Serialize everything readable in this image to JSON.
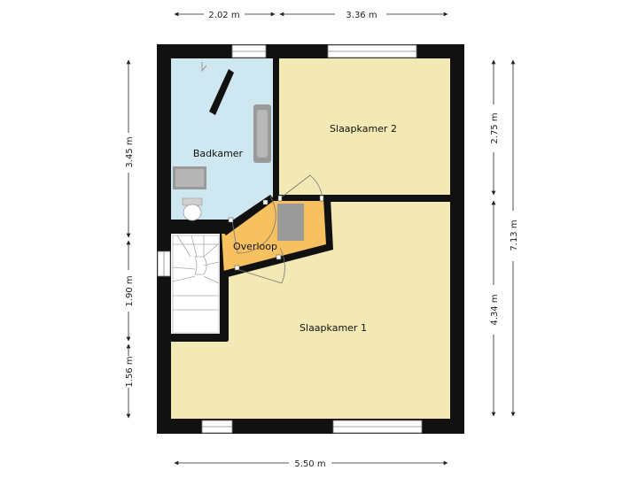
{
  "rooms": {
    "slaapkamer2": {
      "label": "Slaapkamer 2",
      "color": "#f3e9b4"
    },
    "slaapkamer1": {
      "label": "Slaapkamer 1",
      "color": "#f3e9b4"
    },
    "badkamer": {
      "label": "Badkamer",
      "color": "#cfe7f0"
    },
    "overloop": {
      "label": "Overloop",
      "color": "#f7c15f"
    }
  },
  "dimensions": {
    "top_left": "2.02 m",
    "top_right": "3.36 m",
    "bottom": "5.50 m",
    "left_top": "3.45 m",
    "left_middle": "1.90 m",
    "left_bottom": "1.56 m",
    "right_inner_top": "2.75 m",
    "right_inner_bottom": "4.34 m",
    "right_outer": "7.13 m"
  },
  "colors": {
    "wall": "#111111",
    "bedroom_floor": "#f3e9b4",
    "bathroom_floor": "#cfe7f0",
    "landing_floor": "#f7c15f",
    "fixture": "#9a9a9a"
  }
}
